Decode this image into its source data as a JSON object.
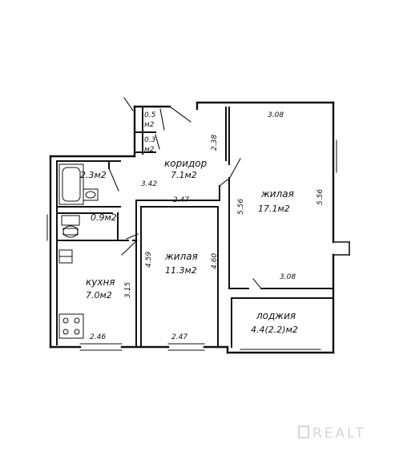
{
  "rooms": {
    "corridor": {
      "name": "коридор",
      "area": "7.1м2"
    },
    "living_big": {
      "name": "жилая",
      "area": "17.1м2"
    },
    "living_small": {
      "name": "жилая",
      "area": "11.3м2"
    },
    "kitchen": {
      "name": "кухня",
      "area": "7.0м2"
    },
    "loggia": {
      "name": "лоджия",
      "area": "4.4(2.2)м2"
    },
    "closet_a": {
      "value": "0.5",
      "unit": "м2"
    },
    "closet_b": {
      "value": "0.3",
      "unit": "м2"
    },
    "bathroom": {
      "area": "2.3м2"
    },
    "toilet": {
      "area": "0.9м2"
    }
  },
  "dimensions": {
    "top_big": "3.08",
    "bottom_big": "3.08",
    "left_big": "5.56",
    "right_big": "5.56",
    "corridor_vertical": "2.38",
    "corridor_width": "3.42",
    "small_top": "2.47",
    "small_bottom": "2.47",
    "small_left": "4.59",
    "small_right": "4.60",
    "kitchen_width": "2.46",
    "kitchen_height": "3.15"
  },
  "watermark": "REALT"
}
